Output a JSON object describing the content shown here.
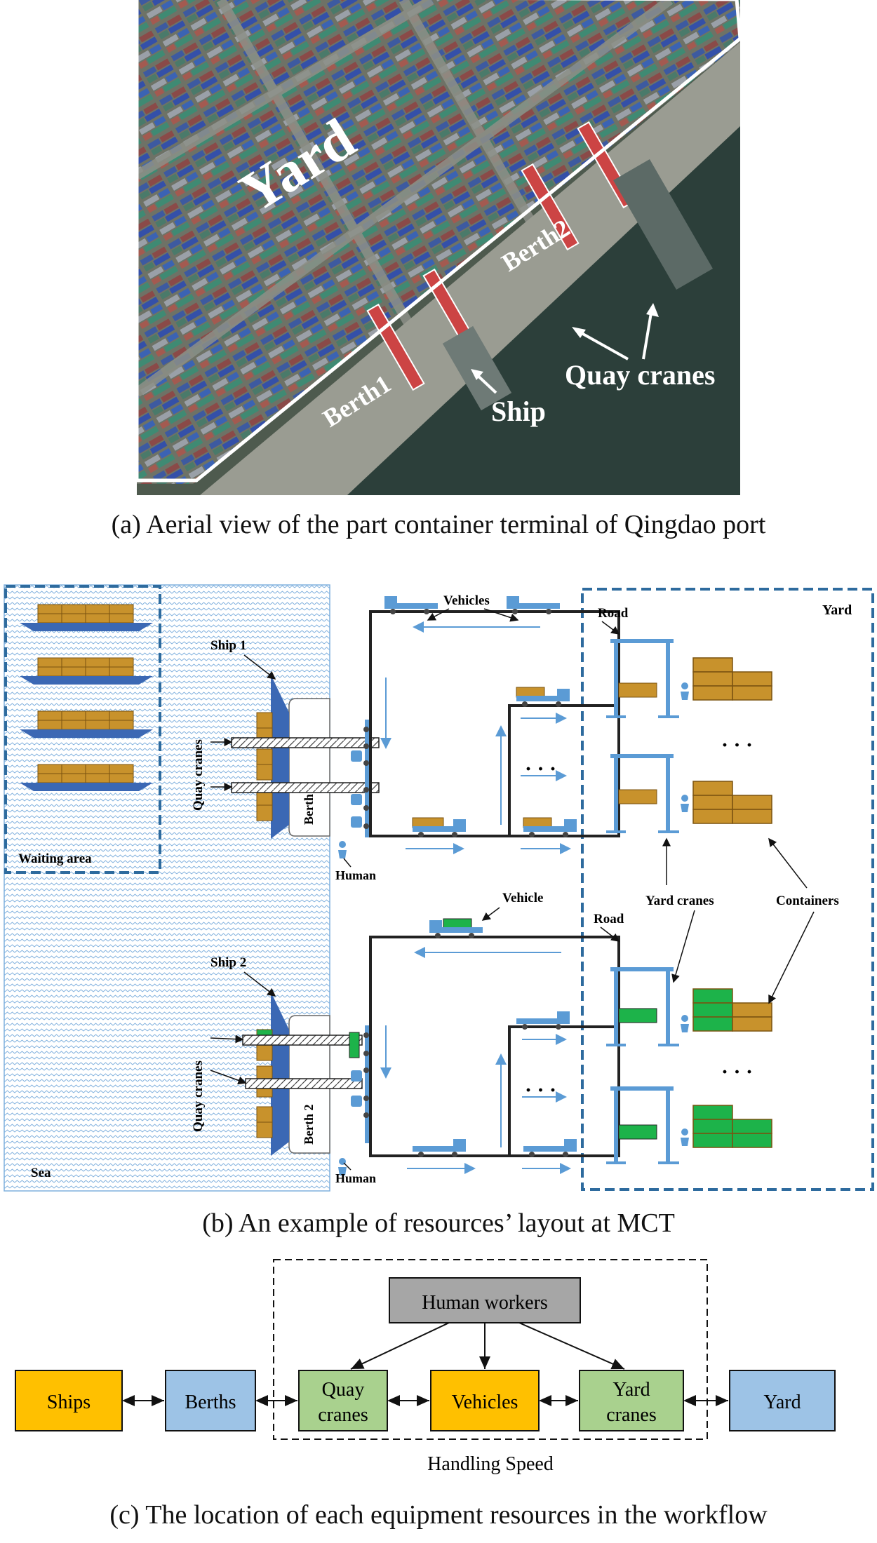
{
  "panel_a": {
    "labels": {
      "yard": "Yard",
      "berth2": "Berth2",
      "berth1": "Berth1",
      "ship": "Ship",
      "quay_cranes": "Quay cranes"
    },
    "caption": "(a)  Aerial view of the part container terminal of Qingdao port"
  },
  "panel_b": {
    "labels": {
      "waiting_area": "Waiting area",
      "sea": "Sea",
      "yard": "Yard",
      "road_top": "Road",
      "road_bottom": "Road",
      "vehicles": "Vehicles",
      "vehicle": "Vehicle",
      "ship1": "Ship 1",
      "ship2": "Ship 2",
      "quay_cranes_top": "Quay cranes",
      "quay_cranes_bottom": "Quay cranes",
      "berth1": "Berth 1",
      "berth2": "Berth 2",
      "human_top": "Human",
      "human_bottom": "Human",
      "yard_cranes": "Yard cranes",
      "containers": "Containers",
      "ellipsis": "· · ·"
    },
    "caption": "(b) An example of resources’ layout at MCT"
  },
  "panel_c": {
    "nodes": {
      "ships": "Ships",
      "berths": "Berths",
      "quay_cranes_l1": "Quay",
      "quay_cranes_l2": "cranes",
      "vehicles": "Vehicles",
      "yard_cranes_l1": "Yard",
      "yard_cranes_l2": "cranes",
      "yard": "Yard",
      "human_workers": "Human workers"
    },
    "group_label": "Handling Speed",
    "caption": "(c) The location of each equipment resources in the workflow"
  },
  "colors": {
    "orange": "#FFC000",
    "blue_box": "#9DC3E6",
    "green_box": "#A9D18E",
    "gray_box": "#A6A6A6",
    "container_brown": "#C8922C",
    "container_green": "#1DB34A",
    "crane_blue": "#5B9BD5",
    "dash_blue": "#2E6B9E"
  }
}
